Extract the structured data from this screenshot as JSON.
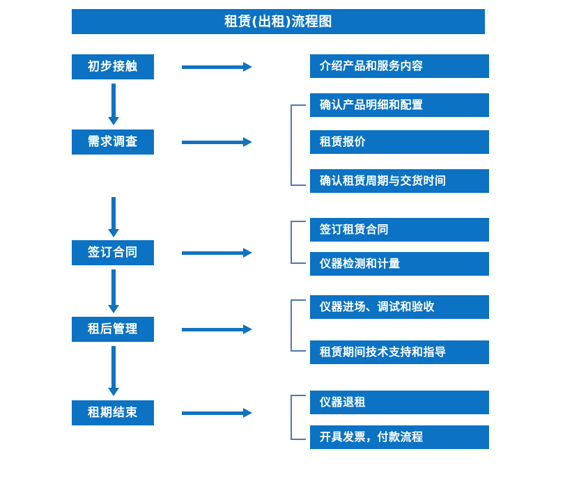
{
  "chart_data": {
    "type": "diagram",
    "title": "租赁(出租)流程图",
    "diagram_kind": "flowchart",
    "orientation": "vertical-stages-with-horizontal-details",
    "accent_color": "#0b72c4",
    "bracket_color": "#4a7ab0",
    "arrow_color": "#1072c0",
    "text_color": "#ffffff",
    "background": "#ffffff",
    "stages": [
      {
        "id": "stage-1",
        "label": "初步接触",
        "details": [
          "介绍产品和服务内容"
        ],
        "bracketed": false
      },
      {
        "id": "stage-2",
        "label": "需求调查",
        "details": [
          "确认产品明细和配置",
          "租赁报价",
          "确认租赁周期与交货时间"
        ],
        "bracketed": true
      },
      {
        "id": "stage-3",
        "label": "签订合同",
        "details": [
          "签订租赁合同",
          "仪器检测和计量"
        ],
        "bracketed": true
      },
      {
        "id": "stage-4",
        "label": "租后管理",
        "details": [
          "仪器进场、调试和验收",
          "租赁期间技术支持和指导"
        ],
        "bracketed": true
      },
      {
        "id": "stage-5",
        "label": "租期结束",
        "details": [
          "仪器退租",
          "开具发票，付款流程"
        ],
        "bracketed": true
      }
    ]
  },
  "header": {
    "title": "租赁(出租)流程图"
  },
  "stages": [
    {
      "label": "初步接触"
    },
    {
      "label": "需求调查"
    },
    {
      "label": "签订合同"
    },
    {
      "label": "租后管理"
    },
    {
      "label": "租期结束"
    }
  ],
  "details": [
    {
      "label": "介绍产品和服务内容"
    },
    {
      "label": "确认产品明细和配置"
    },
    {
      "label": "租赁报价"
    },
    {
      "label": "确认租赁周期与交货时间"
    },
    {
      "label": "签订租赁合同"
    },
    {
      "label": "仪器检测和计量"
    },
    {
      "label": "仪器进场、调试和验收"
    },
    {
      "label": "租赁期间技术支持和指导"
    },
    {
      "label": "仪器退租"
    },
    {
      "label": "开具发票，付款流程"
    }
  ]
}
